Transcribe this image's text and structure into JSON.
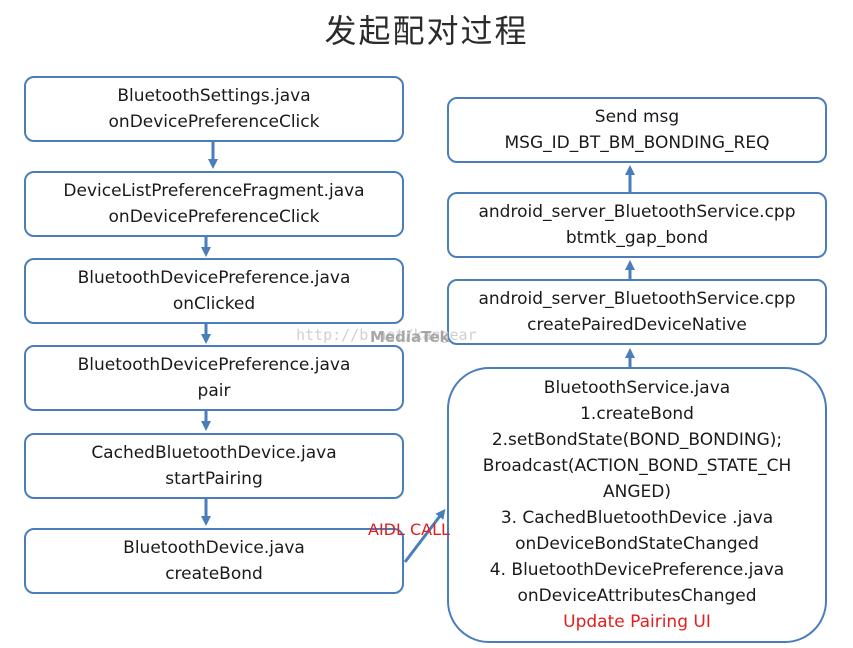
{
  "title": "发起配对过程",
  "colors": {
    "box_border": "#4a7ebb",
    "arrow": "#4a7ebb",
    "highlight_text": "#e0201d"
  },
  "boxes": [
    {
      "id": "bluetooth-settings",
      "lines": [
        "BluetoothSettings.java",
        "onDevicePreferenceClick"
      ]
    },
    {
      "id": "device-list-fragment",
      "lines": [
        "DeviceListPreferenceFragment.java",
        "onDevicePreferenceClick"
      ]
    },
    {
      "id": "device-preference-onclicked",
      "lines": [
        "BluetoothDevicePreference.java",
        "onClicked"
      ]
    },
    {
      "id": "device-preference-pair",
      "lines": [
        "BluetoothDevicePreference.java",
        "pair"
      ]
    },
    {
      "id": "cached-device",
      "lines": [
        "CachedBluetoothDevice.java",
        "startPairing"
      ]
    },
    {
      "id": "bluetooth-device",
      "lines": [
        "BluetoothDevice.java",
        "createBond"
      ]
    },
    {
      "id": "bluetooth-service",
      "lines": [
        "BluetoothService.java",
        "1.createBond",
        "2.setBondState(BOND_BONDING);",
        "Broadcast(ACTION_BOND_STATE_CH",
        "ANGED)",
        "3. CachedBluetoothDevice .java",
        "onDeviceBondStateChanged",
        "4. BluetoothDevicePreference.java",
        "onDeviceAttributesChanged",
        "Update Pairing UI"
      ]
    },
    {
      "id": "create-paired-native",
      "lines": [
        "android_server_BluetoothService.cpp",
        "createPairedDeviceNative"
      ]
    },
    {
      "id": "gap-bond",
      "lines": [
        "android_server_BluetoothService.cpp",
        "btmtk_gap_bond"
      ]
    },
    {
      "id": "send-msg",
      "lines": [
        "Send msg",
        "MSG_ID_BT_BM_BONDING_REQ"
      ]
    }
  ],
  "aidl_label": "AIDL CALL",
  "watermark": {
    "url": "http://b             net/kangear",
    "brand": "MediaTek"
  }
}
